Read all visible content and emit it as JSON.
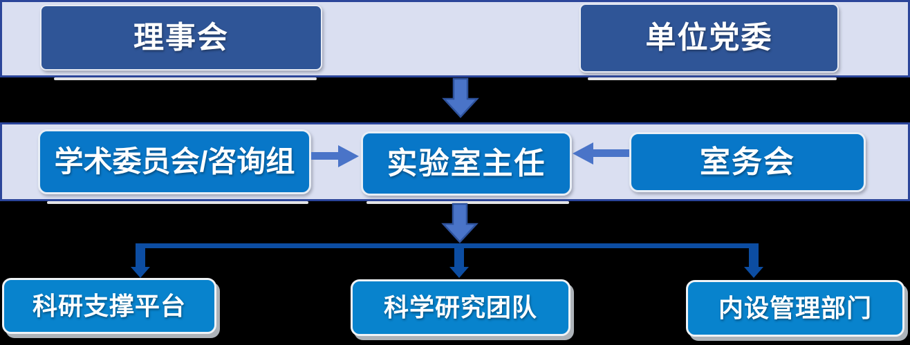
{
  "colors": {
    "page_bg": "#000000",
    "band_bg": "#dadff1",
    "band_border": "#2b459a",
    "dark_box": "#2f5597",
    "bright_box": "#0877c8",
    "bottom_box": "#0883cd",
    "arrow_periwinkle": "#4a74c8",
    "arrow_outline": "#2e539e",
    "connector": "#0c4da2"
  },
  "top_band": {
    "boxes": [
      {
        "label": "理事会"
      },
      {
        "label": "单位党委"
      }
    ]
  },
  "middle_band": {
    "boxes": [
      {
        "label": "学术委员会/咨询组"
      },
      {
        "label": "实验室主任"
      },
      {
        "label": "室务会"
      }
    ]
  },
  "bottom_row": {
    "boxes": [
      {
        "label": "科研支撑平台"
      },
      {
        "label": "科学研究团队"
      },
      {
        "label": "内设管理部门"
      }
    ]
  }
}
